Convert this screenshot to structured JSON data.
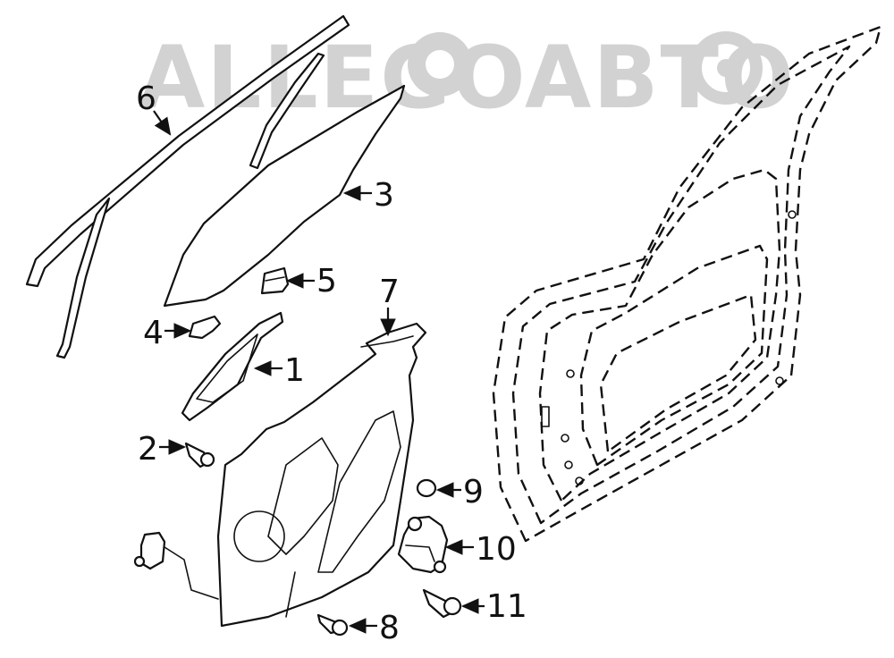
{
  "watermark": {
    "text": "ALLEGOABTO",
    "color": "#d2d2d2"
  },
  "callouts": [
    {
      "id": "1",
      "label": "1",
      "part": "window-regulator-glass-bracket"
    },
    {
      "id": "2",
      "label": "2",
      "part": "bolt"
    },
    {
      "id": "3",
      "label": "3",
      "part": "door-window-glass"
    },
    {
      "id": "4",
      "label": "4",
      "part": "glass-clip"
    },
    {
      "id": "5",
      "label": "5",
      "part": "glass-guide"
    },
    {
      "id": "6",
      "label": "6",
      "part": "glass-run-channel"
    },
    {
      "id": "7",
      "label": "7",
      "part": "regulator-bracket-seal"
    },
    {
      "id": "8",
      "label": "8",
      "part": "bolt"
    },
    {
      "id": "9",
      "label": "9",
      "part": "plug"
    },
    {
      "id": "10",
      "label": "10",
      "part": "window-motor"
    },
    {
      "id": "11",
      "label": "11",
      "part": "bolt"
    }
  ],
  "colors": {
    "line": "#111111",
    "background": "#ffffff"
  }
}
